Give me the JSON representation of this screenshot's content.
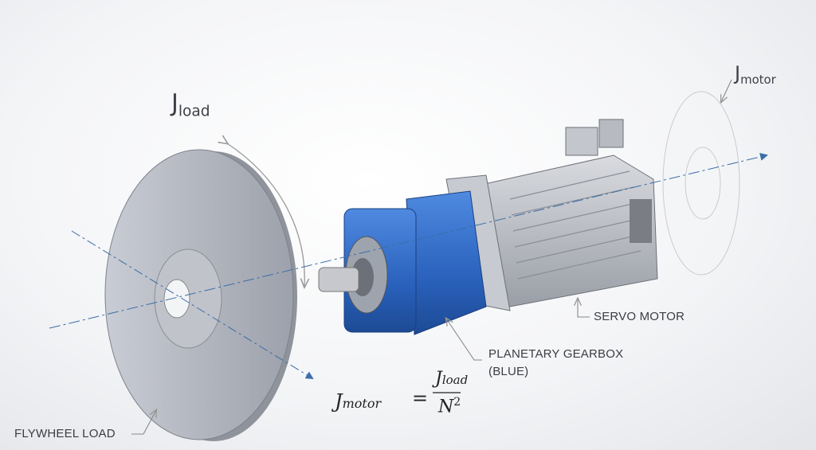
{
  "labels": {
    "j_load": {
      "symbol": "J",
      "subscript": "load"
    },
    "j_motor": {
      "symbol": "J",
      "subscript": "motor"
    },
    "servo_motor": "SERVO MOTOR",
    "gearbox_line1": "PLANETARY GEARBOX",
    "gearbox_line2": "(BLUE)",
    "flywheel": "FLYWHEEL LOAD"
  },
  "formula": {
    "lhs_symbol": "J",
    "lhs_subscript": "motor",
    "equals": "=",
    "num_symbol": "J",
    "num_subscript": "load",
    "den_symbol": "N",
    "den_exponent": "2"
  },
  "colors": {
    "gearbox": "#2f6fc9",
    "motor": "#b9bcc2",
    "flywheel": "#b4b8c2",
    "axis": "#3a6ea8"
  }
}
